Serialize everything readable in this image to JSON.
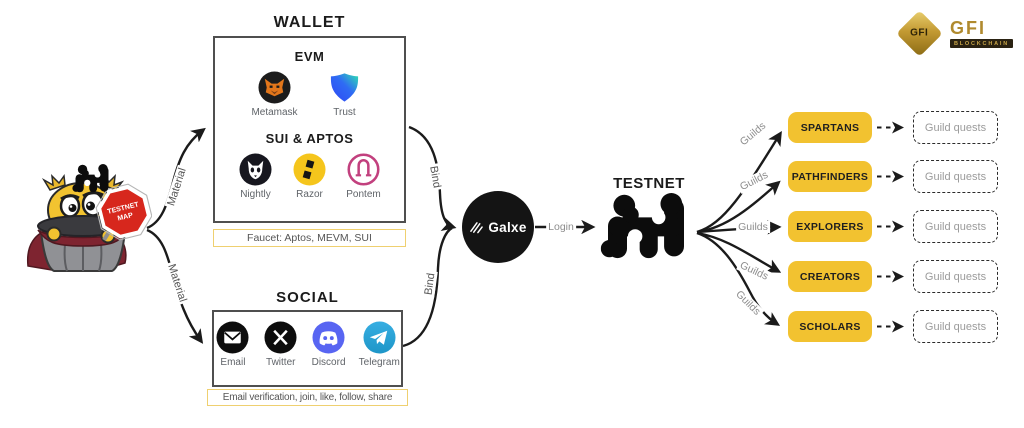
{
  "brand": {
    "diamond_text": "GFI",
    "name": "GFI",
    "subtitle": "BLOCKCHAIN"
  },
  "mascot": {
    "sign_line1": "TESTNET",
    "sign_line2": "MAP"
  },
  "edges": {
    "material_top": "Material",
    "material_bottom": "Material",
    "bind_top": "Bind",
    "bind_bottom": "Bind",
    "login": "Login",
    "guilds": "Guilds"
  },
  "wallet": {
    "title": "WALLET",
    "sections": [
      {
        "heading": "EVM",
        "items": [
          {
            "name": "Metamask"
          },
          {
            "name": "Trust"
          }
        ]
      },
      {
        "heading": "SUI & APTOS",
        "items": [
          {
            "name": "Nightly"
          },
          {
            "name": "Razor"
          },
          {
            "name": "Pontem"
          }
        ]
      }
    ],
    "note": "Faucet: Aptos, MEVM, SUI"
  },
  "social": {
    "title": "SOCIAL",
    "items": [
      {
        "name": "Email"
      },
      {
        "name": "Twitter"
      },
      {
        "name": "Discord"
      },
      {
        "name": "Telegram"
      }
    ],
    "note": "Email verification, join, like, follow, share"
  },
  "galxe": {
    "label": "Galxe"
  },
  "testnet": {
    "title": "TESTNET"
  },
  "guilds": {
    "rows": [
      {
        "label": "SPARTANS",
        "quest": "Guild quests"
      },
      {
        "label": "PATHFINDERS",
        "quest": "Guild quests"
      },
      {
        "label": "EXPLORERS",
        "quest": "Guild quests"
      },
      {
        "label": "CREATORS",
        "quest": "Guild quests"
      },
      {
        "label": "SCHOLARS",
        "quest": "Guild quests"
      }
    ]
  },
  "colors": {
    "accent_yellow": "#F2C230",
    "sign_red": "#D7271D",
    "line_black": "#1b1b1b",
    "gold_border": "#EFD070"
  }
}
